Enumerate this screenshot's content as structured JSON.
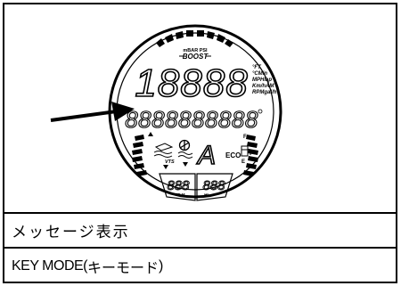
{
  "figure": {
    "gauge": {
      "boost_units": "mBAR PSI",
      "boost_label": "BOOST",
      "main_digits": "18888",
      "main_units": [
        "°FT",
        "°CMin",
        "MPHlap",
        "Km/hAM",
        "RPMgal/h"
      ],
      "text_segments": "8888888888",
      "eco_label": "ECO",
      "vts_label": "VTS",
      "gear_char": "A",
      "bottom_left_digits": "888",
      "bottom_left_label": "FT M",
      "bottom_right_digits": "888",
      "bottom_right_label": "Hr",
      "fuel_full": "F",
      "fuel_empty": "E"
    }
  },
  "caption": "メッセージ表示",
  "key_mode": {
    "prefix": "KEY MODE(",
    "japanese": "キーモード",
    "suffix": ")"
  }
}
